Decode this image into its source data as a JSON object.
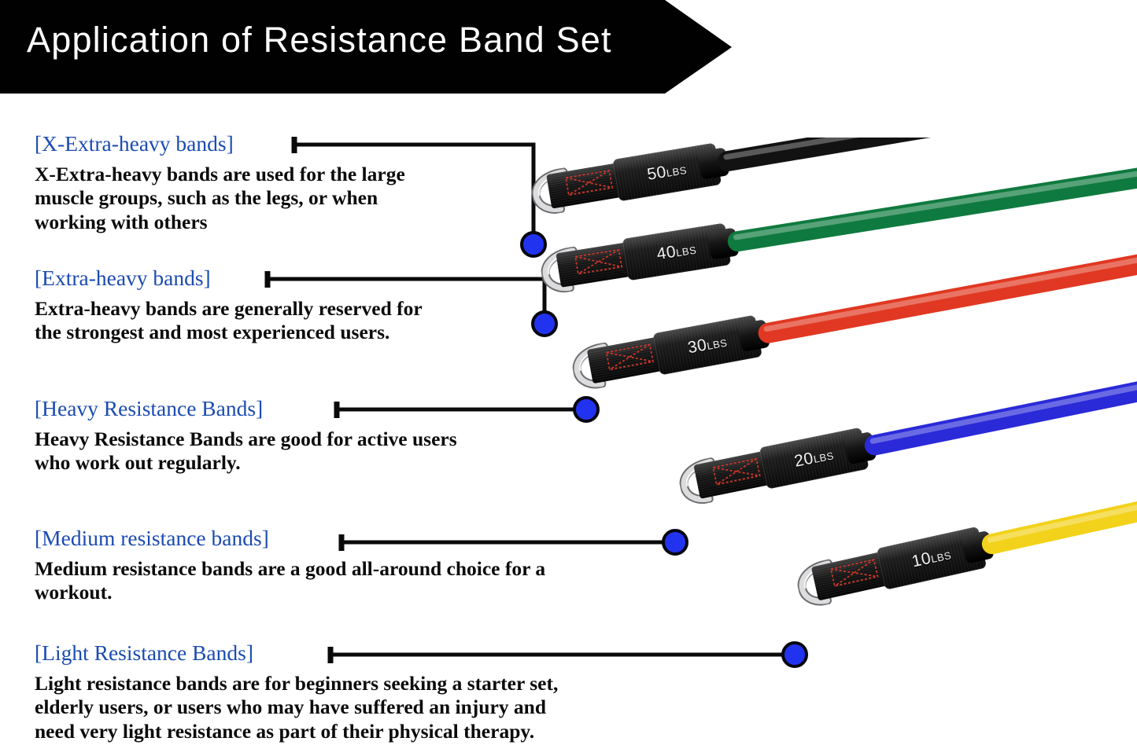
{
  "banner": {
    "title": "Application of Resistance Band Set",
    "background_color": "#010101",
    "text_color": "#ffffff"
  },
  "colors": {
    "heading_blue": "#1b4bb0",
    "body_black": "#0b0b0b",
    "marker_dot": "#2233ef",
    "leader_line": "#0a0a0a"
  },
  "sections": [
    {
      "heading": "[X-Extra-heavy bands]",
      "body": "X-Extra-heavy bands are used for the large muscle groups, such as the legs, or when working with others",
      "body_lines": [
        "X-Extra-heavy bands are used for the large",
        "muscle groups, such as the legs, or when",
        "working with others"
      ],
      "band_label": "50LBS",
      "band_color": "#121212"
    },
    {
      "heading": "[Extra-heavy bands]",
      "body": "Extra-heavy bands are generally reserved for the strongest and most experienced users.",
      "body_lines": [
        "Extra-heavy bands are generally reserved for",
        "the strongest and most experienced users."
      ],
      "band_label": "40LBS",
      "band_color": "#0f7a3f"
    },
    {
      "heading": "[Heavy Resistance Bands]",
      "body": "Heavy Resistance Bands are good for active users who work out regularly.",
      "body_lines": [
        "Heavy Resistance Bands are good for active users",
        "who work out regularly."
      ],
      "band_label": "30LBS",
      "band_color": "#e03822"
    },
    {
      "heading": "[Medium resistance bands]",
      "body": "Medium resistance bands are a good all-around choice for a workout.",
      "body_lines": [
        "Medium resistance bands are a good all-around choice for a",
        "workout."
      ],
      "band_label": "20LBS",
      "band_color": "#2a2ad8"
    },
    {
      "heading": "[Light Resistance Bands]",
      "body": "Light resistance bands are for beginners seeking a starter set, elderly users, or users who may have suffered an injury and need very light resistance as part of their physical therapy.",
      "body_lines": [
        "Light resistance bands are for beginners seeking a starter set,",
        "elderly users, or users who may have suffered an injury and",
        "need very light resistance as part of their physical therapy."
      ],
      "band_label": "10LBS",
      "band_color": "#f2d21a"
    }
  ],
  "bands": [
    {
      "label_number": "50",
      "label_unit": "LBS",
      "tube_color": "#121212"
    },
    {
      "label_number": "40",
      "label_unit": "LBS",
      "tube_color": "#0f7a3f"
    },
    {
      "label_number": "30",
      "label_unit": "LBS",
      "tube_color": "#e03822"
    },
    {
      "label_number": "20",
      "label_unit": "LBS",
      "tube_color": "#2a2ad8"
    },
    {
      "label_number": "10",
      "label_unit": "LBS",
      "tube_color": "#f2d21a"
    }
  ]
}
